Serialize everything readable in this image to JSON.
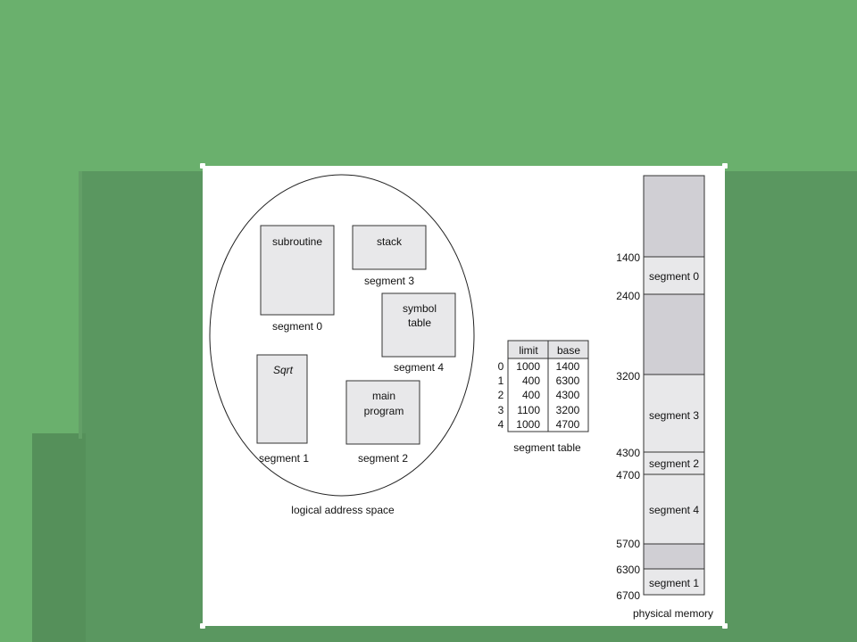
{
  "logical_space": {
    "caption": "logical address space",
    "blocks": [
      {
        "label": "subroutine",
        "italic": false,
        "caption": "segment 0"
      },
      {
        "label": "stack",
        "italic": false,
        "caption": "segment 3"
      },
      {
        "label_lines": [
          "symbol",
          "table"
        ],
        "caption": "segment 4"
      },
      {
        "label": "Sqrt",
        "italic": true,
        "caption": "segment 1"
      },
      {
        "label_lines": [
          "main",
          "program"
        ],
        "caption": "segment 2"
      }
    ]
  },
  "segment_table": {
    "caption": "segment table",
    "headers": [
      "limit",
      "base"
    ],
    "rows": [
      {
        "index": "0",
        "limit": "1000",
        "base": "1400"
      },
      {
        "index": "1",
        "limit": "400",
        "base": "6300"
      },
      {
        "index": "2",
        "limit": "400",
        "base": "4300"
      },
      {
        "index": "3",
        "limit": "1100",
        "base": "3200"
      },
      {
        "index": "4",
        "limit": "1000",
        "base": "4700"
      }
    ]
  },
  "physical_memory": {
    "caption": "physical memory",
    "addresses": [
      "1400",
      "2400",
      "3200",
      "4300",
      "4700",
      "5700",
      "6300",
      "6700"
    ],
    "segments": [
      "segment 0",
      "segment 3",
      "segment 2",
      "segment 4",
      "segment 1"
    ]
  },
  "colors": {
    "background": "#6ab06d",
    "band": "#5a9760",
    "block_fill": "#e8e8ea",
    "free_fill": "#d0cfd4"
  }
}
